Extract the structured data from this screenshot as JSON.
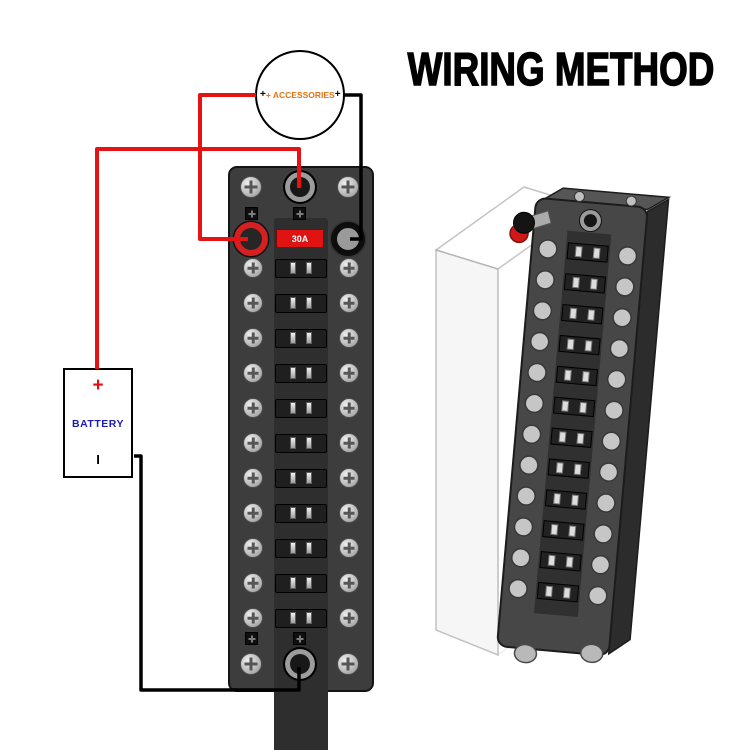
{
  "title": "WIRING METHOD",
  "diagram": {
    "accessories": {
      "edge_plus_left": "+",
      "label": "+ ACCESSORIES",
      "edge_plus_right": "+"
    },
    "battery": {
      "positive": "+",
      "label": "BATTERY",
      "negative": "I"
    },
    "fuse_block": {
      "main_fuse_label": "30A",
      "circuit_count": 11
    }
  },
  "colors": {
    "wire_positive": "#e51313",
    "wire_negative": "#000000",
    "accessories_text": "#e07318",
    "battery_label_text": "#1b1bb8",
    "battery_plus_text": "#e01010",
    "main_fuse_body": "#e01313",
    "panel_body": "#3d3d3d"
  }
}
